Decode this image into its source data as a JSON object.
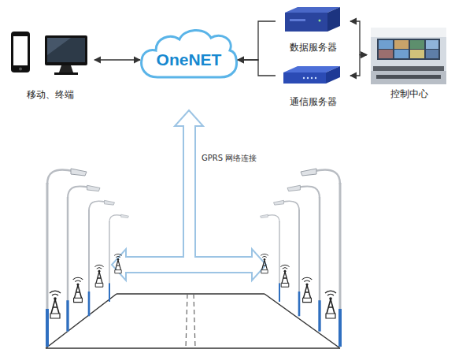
{
  "diagram": {
    "nodes": [
      {
        "text": [
          "移动、终端"
        ]
      },
      {
        "text": [
          "OneNET"
        ]
      },
      {
        "text": [
          "数据服务器"
        ]
      },
      {
        "text": [
          "通信服务器"
        ]
      },
      {
        "text": [
          "控制中心"
        ]
      }
    ],
    "edges": [
      {
        "from": 0,
        "to": 1,
        "arrow": "both"
      },
      {
        "from": 2,
        "to": 1,
        "arrow": "to"
      },
      {
        "from": 3,
        "to": 1,
        "arrow": "to"
      },
      {
        "from": 2,
        "to": 4,
        "arrow": "both"
      },
      {
        "from": 3,
        "to": 4,
        "arrow": "both"
      }
    ],
    "labels": [
      "GPRS 网络连接"
    ]
  }
}
